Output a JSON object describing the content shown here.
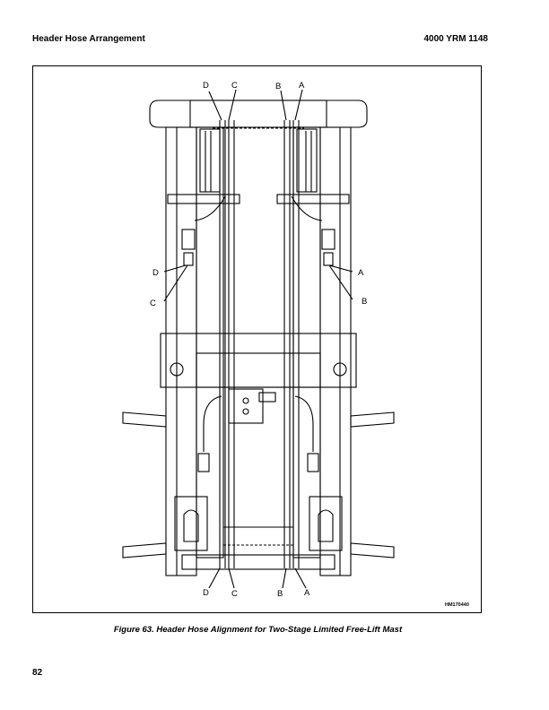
{
  "header": {
    "title": "Header Hose Arrangement",
    "doc_number": "4000 YRM 1148"
  },
  "figure": {
    "labels": {
      "top_d": "D",
      "top_c": "C",
      "top_b": "B",
      "top_a": "A",
      "left_d": "D",
      "left_c": "C",
      "right_a": "A",
      "right_b": "B",
      "bottom_d": "D",
      "bottom_c": "C",
      "bottom_b": "B",
      "bottom_a": "A"
    },
    "image_code": "HM170440",
    "caption": "Figure 63. Header Hose Alignment for Two-Stage Limited Free-Lift Mast"
  },
  "footer": {
    "page_number": "82"
  }
}
